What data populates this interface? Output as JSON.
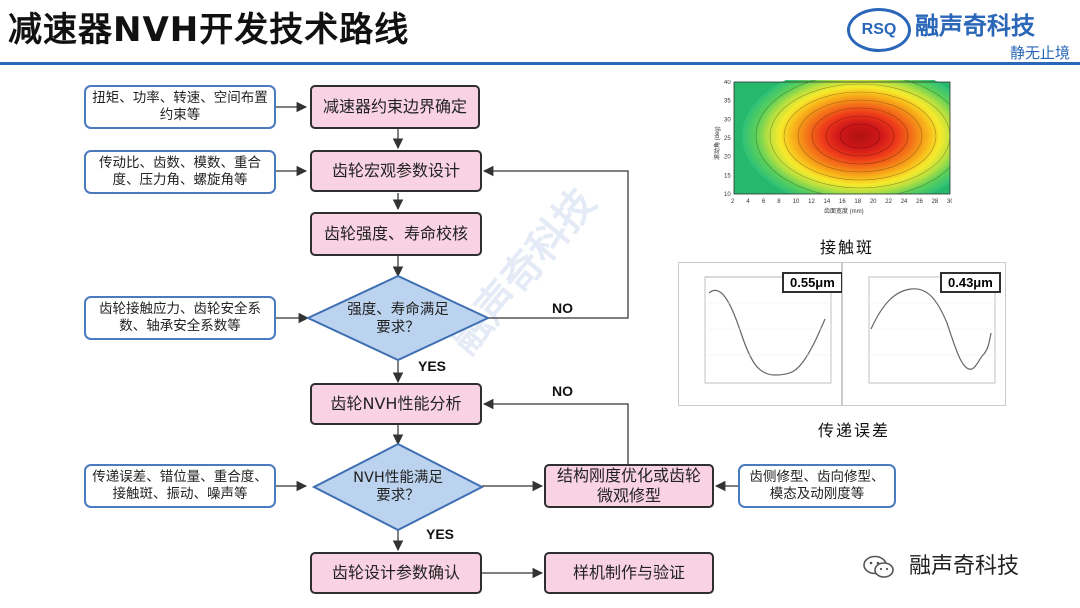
{
  "title": "减速器NVH开发技术路线",
  "logo": {
    "badge": "RSQ",
    "name": "融声奇科技",
    "slogan": "静无止境"
  },
  "watermark": "融声奇科技",
  "inputs": [
    "扭矩、功率、转速、空间布置约束等",
    "传动比、齿数、模数、重合度、压力角、螺旋角等",
    "齿轮接触应力、齿轮安全系数、轴承安全系数等",
    "传递误差、错位量、重合度、接触斑、振动、噪声等",
    "齿侧修型、齿向修型、模态及动刚度等"
  ],
  "steps": {
    "boundary": "减速器约束边界确定",
    "macro": "齿轮宏观参数设计",
    "strength": "齿轮强度、寿命校核",
    "check1": "强度、寿命满足要求？",
    "nvh": "齿轮NVH性能分析",
    "check2": "NVH性能满足要求？",
    "optimize": "结构刚度优化或齿轮微观修型",
    "confirm": "齿轮设计参数确认",
    "prototype": "样机制作与验证"
  },
  "labels": {
    "no1": "NO",
    "no2": "NO",
    "yes1": "YES",
    "yes2": "YES"
  },
  "contact": {
    "caption": "接触斑",
    "xlabel": "齿面宽度 (mm)",
    "ylabel": "滚动角 (deg)",
    "xticks": [
      "2",
      "4",
      "6",
      "8",
      "10",
      "12",
      "14",
      "16",
      "18",
      "20",
      "22",
      "24",
      "26",
      "28",
      "30"
    ],
    "yticks": [
      "10",
      "15",
      "20",
      "25",
      "30",
      "35",
      "40"
    ]
  },
  "te": {
    "caption": "传递误差",
    "left_value": "0.55μm",
    "right_value": "0.43μm"
  },
  "wechat": "融声奇科技",
  "chart_data": [
    {
      "type": "heatmap",
      "caption": "接触斑",
      "xlabel": "齿面宽度 (mm)",
      "ylabel": "滚动角 (deg)",
      "xlim": [
        2,
        30
      ],
      "ylim": [
        10,
        40
      ]
    },
    {
      "type": "line",
      "caption": "传递误差",
      "annotation": "0.55μm"
    },
    {
      "type": "line",
      "caption": "传递误差",
      "annotation": "0.43μm"
    }
  ]
}
